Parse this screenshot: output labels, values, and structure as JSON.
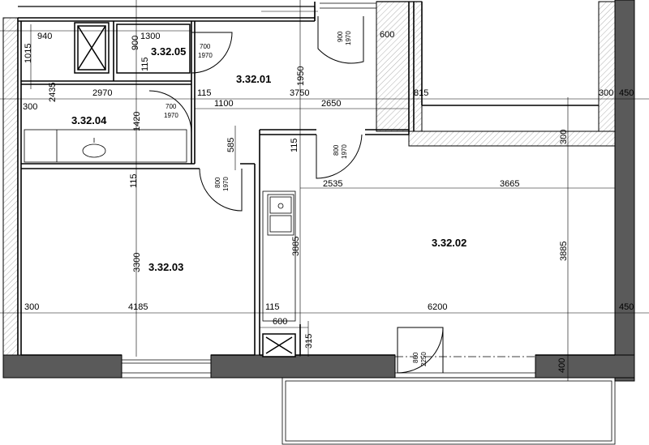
{
  "rooms": {
    "r1": "3.32.01",
    "r2": "3.32.02",
    "r3": "3.32.03",
    "r4": "3.32.04",
    "r5": "3.32.05"
  },
  "dims": {
    "d940": "940",
    "d1300": "1300",
    "d600top": "600",
    "d1015": "1015",
    "d900": "900",
    "d115a": "115",
    "d2435": "2435",
    "d2970": "2970",
    "d115b": "115",
    "d1950": "1950",
    "d3750": "3750",
    "d815": "815",
    "d300a": "300",
    "d450a": "450",
    "d300b": "300",
    "d1420": "1420",
    "d1100": "1100",
    "d2650": "2650",
    "d300c": "300",
    "d585": "585",
    "d115c": "115",
    "d2535": "2535",
    "d3665": "3665",
    "d115d": "115",
    "d3300": "3300",
    "d3885a": "3885",
    "d3885b": "3885",
    "d300d": "300",
    "d4185": "4185",
    "d115e": "115",
    "d6200": "6200",
    "d450b": "450",
    "d600b": "600",
    "d315": "315",
    "d400": "400"
  },
  "doors": {
    "a1": "700",
    "a2": "1970",
    "b1": "900",
    "b2": "1970",
    "c1": "700",
    "c2": "1970",
    "e1": "800",
    "e2": "1970",
    "f1": "800",
    "f2": "1970",
    "g1": "860",
    "g2": "2250"
  }
}
